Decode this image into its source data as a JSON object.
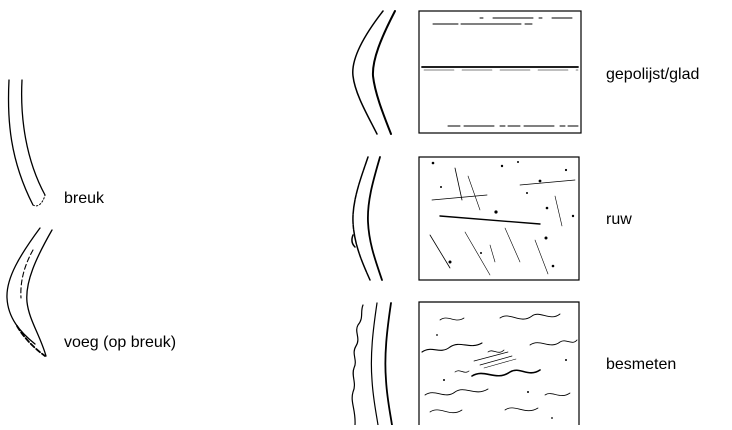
{
  "labels": {
    "breuk": "breuk",
    "voeg": "voeg (op breuk)",
    "gepolijst": "gepolijst/glad",
    "ruw": "ruw",
    "besmeten": "besmeten"
  }
}
